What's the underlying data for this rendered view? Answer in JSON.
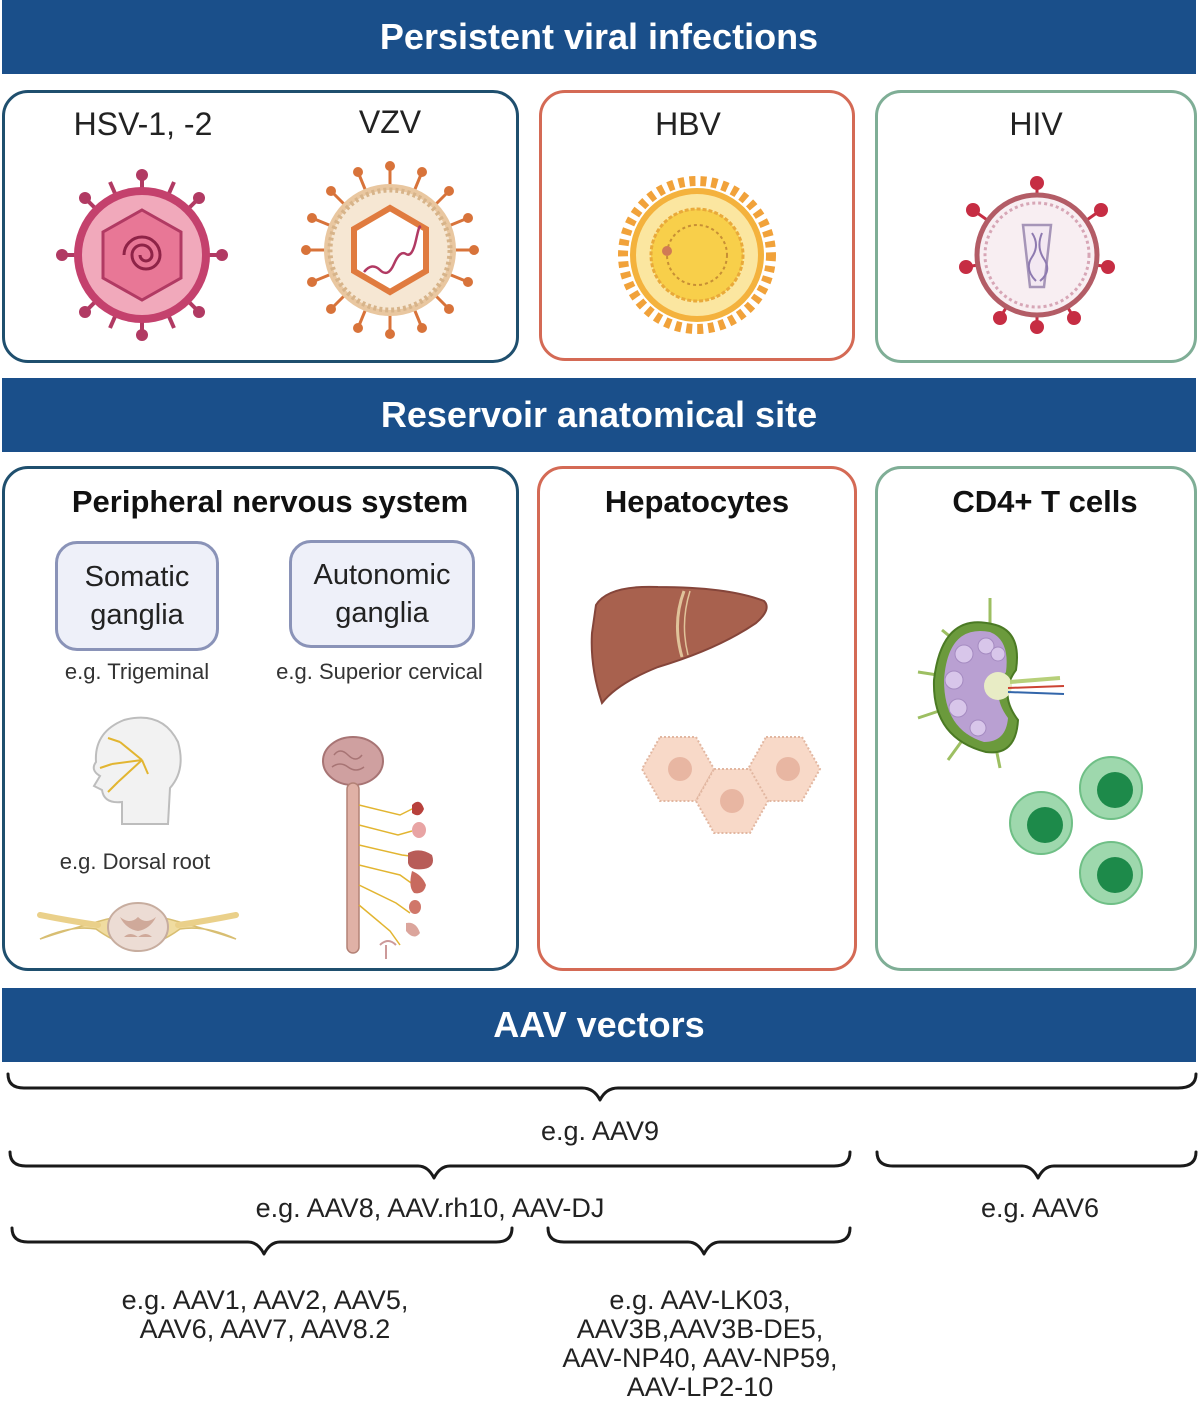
{
  "sections": {
    "viral": "Persistent viral infections",
    "reservoir": "Reservoir anatomical site",
    "aav": "AAV vectors"
  },
  "viruses": {
    "hsv": "HSV-1, -2",
    "vzv": "VZV",
    "hbv": "HBV",
    "hiv": "HIV"
  },
  "sites": {
    "pns": {
      "title": "Peripheral nervous system",
      "somatic_l1": "Somatic",
      "somatic_l2": "ganglia",
      "autonomic_l1": "Autonomic",
      "autonomic_l2": "ganglia",
      "eg_trigeminal": "e.g. Trigeminal",
      "eg_superior": "e.g. Superior cervical",
      "eg_dorsal": "e.g. Dorsal root"
    },
    "hepatocytes": {
      "title": "Hepatocytes"
    },
    "cd4": {
      "title": "CD4+ T cells"
    }
  },
  "aav": {
    "all": "e.g. AAV9",
    "nervous_liver": "e.g. AAV8, AAV.rh10, AAV-DJ",
    "tcells": "e.g. AAV6",
    "nervous": [
      "e.g. AAV1, AAV2, AAV5,",
      "AAV6, AAV7, AAV8.2"
    ],
    "liver": [
      "e.g. AAV-LK03,",
      "AAV3B,AAV3B-DE5,",
      "AAV-NP40, AAV-NP59,",
      "AAV-LP2-10"
    ]
  },
  "colors": {
    "banner": "#1a4f8a",
    "border_blue": "#1f4f6e",
    "border_red": "#d46a55",
    "border_green": "#7fae96"
  }
}
